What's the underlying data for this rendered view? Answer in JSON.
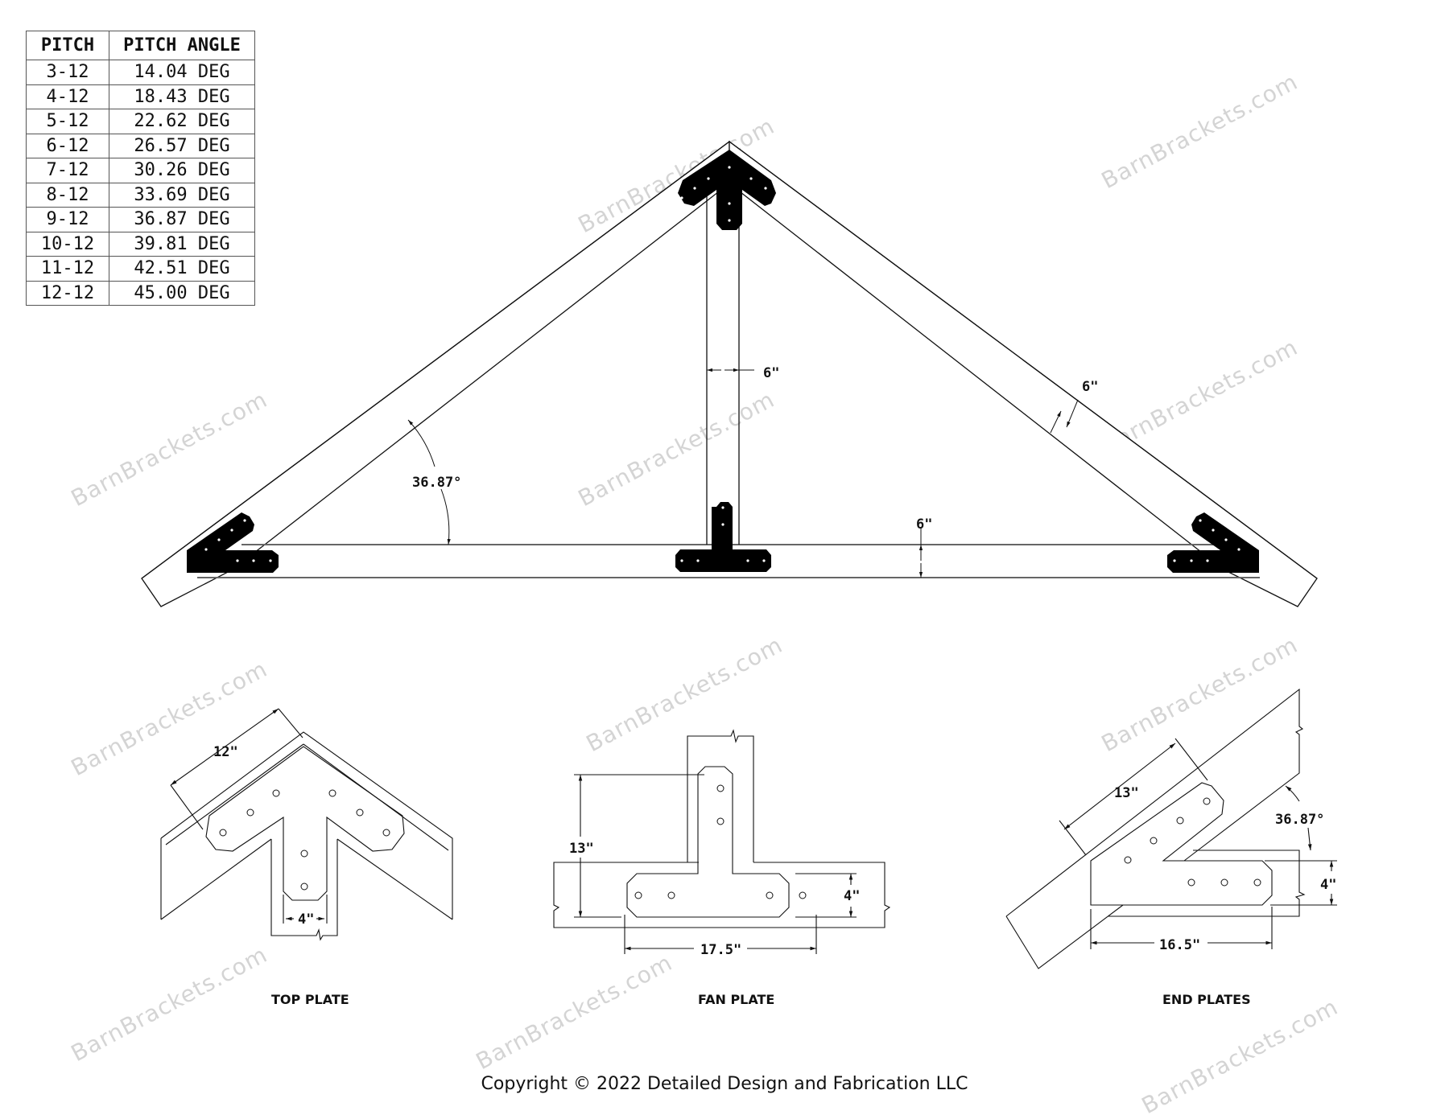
{
  "pitch_table": {
    "headers": [
      "PITCH",
      "PITCH ANGLE"
    ],
    "rows": [
      [
        "3-12",
        "14.04 DEG"
      ],
      [
        "4-12",
        "18.43 DEG"
      ],
      [
        "5-12",
        "22.62 DEG"
      ],
      [
        "6-12",
        "26.57 DEG"
      ],
      [
        "7-12",
        "30.26 DEG"
      ],
      [
        "8-12",
        "33.69 DEG"
      ],
      [
        "9-12",
        "36.87 DEG"
      ],
      [
        "10-12",
        "39.81 DEG"
      ],
      [
        "11-12",
        "42.51 DEG"
      ],
      [
        "12-12",
        "45.00 DEG"
      ]
    ]
  },
  "truss": {
    "angle_label": "36.87°",
    "post_width_label": "6\"",
    "rafter_width_label": "6\"",
    "tie_width_label": "6\""
  },
  "details": {
    "top_plate": {
      "caption": "TOP PLATE",
      "leg_label": "12\"",
      "width_label": "4\""
    },
    "fan_plate": {
      "caption": "FAN PLATE",
      "height_label": "13\"",
      "width_label": "4\"",
      "length_label": "17.5\""
    },
    "end_plates": {
      "caption": "END PLATES",
      "leg_label": "13\"",
      "angle_label": "36.87°",
      "width_label": "4\"",
      "length_label": "16.5\""
    }
  },
  "watermark": "BarnBrackets.com",
  "copyright": "Copyright © 2022 Detailed Design and Fabrication LLC",
  "colors": {
    "line": "#111111",
    "plate": "#000000",
    "watermark": "#d4d4d4"
  }
}
